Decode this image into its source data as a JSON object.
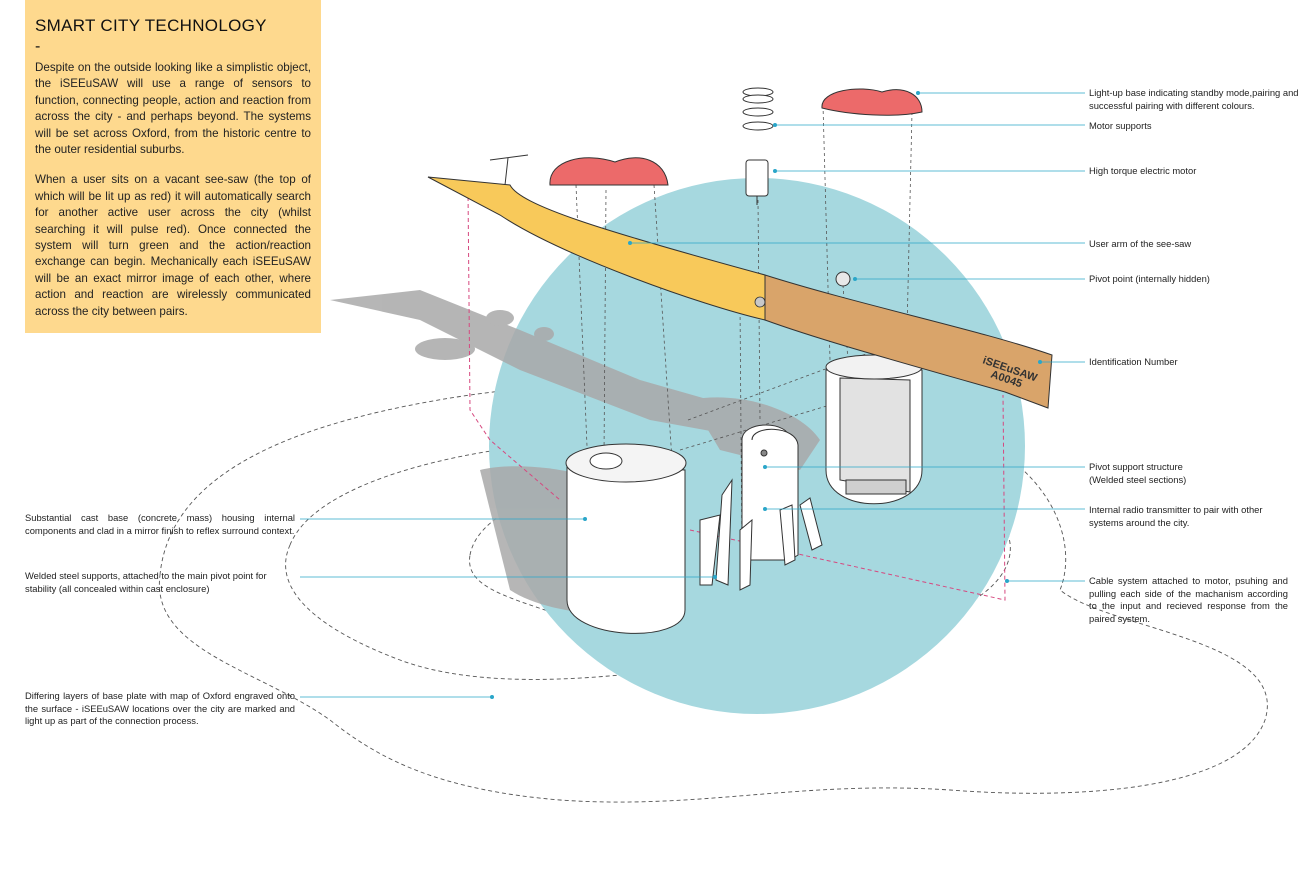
{
  "panel": {
    "title": "SMART CITY TECHNOLOGY",
    "dash": "-",
    "paragraph_1": "Despite on the outside looking like a simplistic object, the iSEEuSAW will use a range of sensors to function, connecting people, action and reaction from across the city - and perhaps beyond. The systems will be set across Oxford, from the historic centre to the outer residential suburbs.",
    "paragraph_2": "When a user sits on a vacant see-saw (the top of which will be lit up as red) it will automatically search for another active user across the city (whilst searching it will pulse red). Once connected the system will turn green and the action/reaction exchange can begin. Mechanically each iSEEuSAW will be an exact mirror image of each other, where action and reaction are wirelessly communicated across the city between pairs."
  },
  "labels": {
    "light_up_base": "Light-up base indicating standby mode,pairing and successful pairing with different colours.",
    "motor_supports": "Motor supports",
    "motor": "High torque electric motor",
    "user_arm": "User arm of the see-saw",
    "pivot_point": "Pivot point (internally hidden)",
    "identification_number": "Identification Number",
    "pivot_support": "Pivot support structure (Welded steel sections)",
    "radio_transmitter": "Internal radio transmitter to pair with other systems around the city.",
    "cable_system": "Cable system attached to motor, psuhing and pulling each side of the machanism according to the input and recieved response from the paired system.",
    "cast_base": "Substantial cast base (concrete mass) housing internal components and clad in a mirror finish to reflex surround context.",
    "welded_supports": "Welded steel supports, attached to the main pivot point for stability (all concealed within cast enclosure)",
    "base_plate": "Differing layers of base plate with map of Oxford engraved onto the surface - iSEEuSAW locations over the city are marked and light up as part of the connection process."
  },
  "arm_engraving": {
    "name": "iSEEuSAW",
    "code": "A0045"
  },
  "colors": {
    "panel": "#fed98e",
    "circle": "#a6d8df",
    "leader": "#2aa6c9",
    "light": "#ec6a6a",
    "arm": "#f8c95a",
    "arm_dark": "#d9a46a",
    "shadow": "#a9a9a9",
    "dashed_magenta": "#d6487f"
  }
}
